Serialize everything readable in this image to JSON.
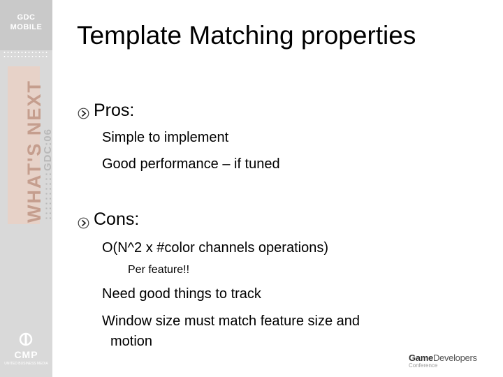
{
  "sidebar": {
    "logo_line1": "GDC",
    "logo_line2": "MOBILE",
    "vertical_banner": "WHAT'S NEXT",
    "vertical_sub_dots": "::::::::::",
    "vertical_sub": "GDC:06",
    "bottom_label": "CMP",
    "bottom_sub": "UNITED BUSINESS MEDIA"
  },
  "slide": {
    "title": "Template Matching properties",
    "sections": [
      {
        "heading": "Pros:",
        "items": [
          "Simple to implement",
          "Good performance – if tuned"
        ]
      },
      {
        "heading": "Cons:",
        "items": [
          "O(N^2 x #color channels operations)",
          "Per feature!!",
          "Need good things to track",
          "Window size must match feature size and",
          "motion"
        ]
      }
    ]
  },
  "footer_logo": {
    "word1": "Game",
    "word2": "Developers",
    "sub": "Conference"
  },
  "colors": {
    "sidebar": "#d9d9d9",
    "banner": "#e7d2c8",
    "banner_text": "#c59e8e",
    "text": "#000000"
  }
}
